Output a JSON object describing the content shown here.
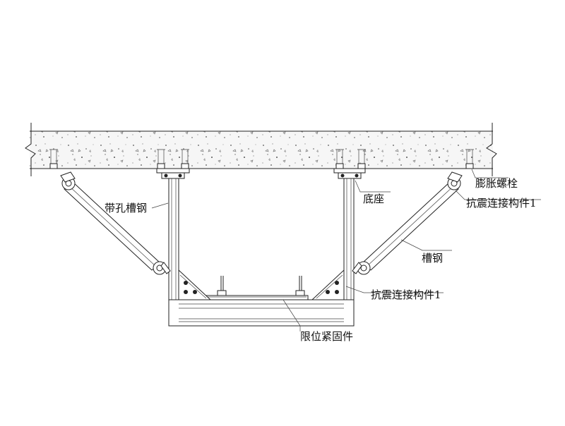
{
  "labels": {
    "expansion_bolt": "膨胀螺栓",
    "base": "底座",
    "slotted_channel": "带孔槽钢",
    "seismic_connector_upper": "抗震连接构件1",
    "channel_steel": "槽钢",
    "seismic_connector_lower": "抗震连接构件1",
    "limit_fastener": "限位紧固件"
  }
}
